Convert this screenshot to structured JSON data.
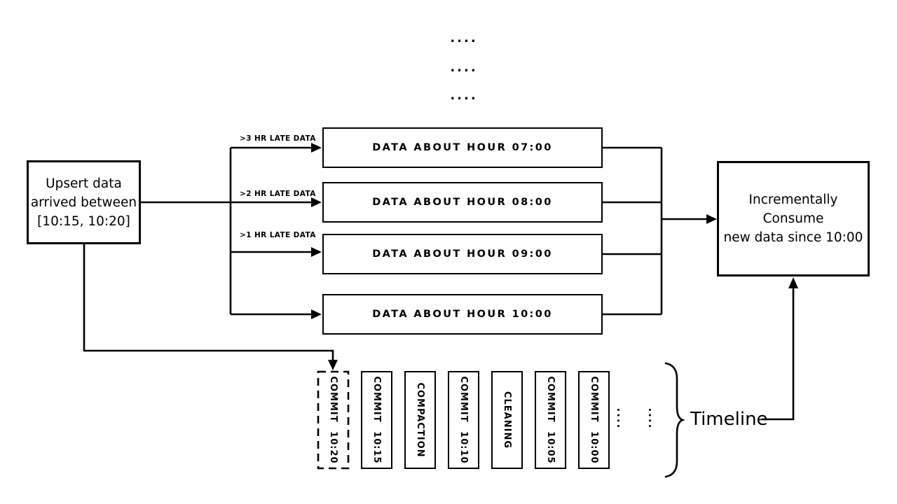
{
  "colors": {
    "line": "#000000",
    "background": "#ffffff",
    "text": "#000000"
  },
  "top_ellipsis": [
    "....",
    "....",
    "...."
  ],
  "upsert_box": {
    "lines": [
      "Upsert data",
      "arrived between",
      "[10:15, 10:20]"
    ]
  },
  "late_data_labels": [
    ">3 HR LATE DATA",
    ">2 HR LATE DATA",
    ">1 HR LATE DATA"
  ],
  "hour_boxes": [
    {
      "label": "DATA ABOUT HOUR 07:00"
    },
    {
      "label": "DATA ABOUT HOUR 08:00"
    },
    {
      "label": "DATA ABOUT HOUR 09:00"
    },
    {
      "label": "DATA ABOUT HOUR 10:00"
    }
  ],
  "consume_box": {
    "lines": [
      "Incrementally Consume",
      "new data since 10:00"
    ]
  },
  "timeline": {
    "label": "Timeline",
    "events": [
      {
        "label": "COMMIT 10:20",
        "border": "dashed"
      },
      {
        "label": "COMMIT 10:15",
        "border": "solid"
      },
      {
        "label": "COMPACTION",
        "border": "solid"
      },
      {
        "label": "COMMIT 10:10",
        "border": "solid"
      },
      {
        "label": "CLEANING",
        "border": "solid"
      },
      {
        "label": "COMMIT 10:05",
        "border": "solid"
      },
      {
        "label": "COMMIT 10:00",
        "border": "solid"
      }
    ],
    "ellipsis": [
      "....",
      "...."
    ]
  }
}
